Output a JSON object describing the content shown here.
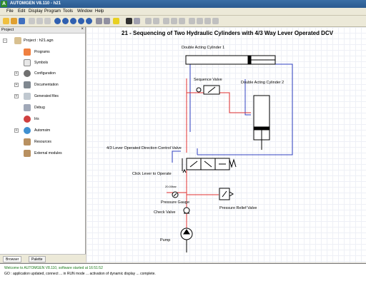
{
  "window": {
    "title": "AUTOMGEN V8.110 - h21",
    "logo": "A"
  },
  "menu": [
    "File",
    "Edit",
    "Display",
    "Program",
    "Tools",
    "Window",
    "Help"
  ],
  "project_panel": {
    "header": "Project",
    "close_glyph": "×",
    "root": "Project : h21.agn",
    "items": [
      {
        "label": "Programs",
        "icon": "programs-icon",
        "expandable": false
      },
      {
        "label": "Symbols",
        "icon": "symbols-icon",
        "expandable": false
      },
      {
        "label": "Configuration",
        "icon": "configuration-icon",
        "expandable": true
      },
      {
        "label": "Documentation",
        "icon": "documentation-icon",
        "expandable": true
      },
      {
        "label": "Generated files",
        "icon": "generated-files-icon",
        "expandable": true
      },
      {
        "label": "Debug",
        "icon": "debug-icon",
        "expandable": false
      },
      {
        "label": "Iris",
        "icon": "iris-icon",
        "expandable": false
      },
      {
        "label": "Automsim",
        "icon": "automsim-icon",
        "expandable": true
      },
      {
        "label": "Resources",
        "icon": "resources-icon",
        "expandable": false
      },
      {
        "label": "External modules",
        "icon": "external-modules-icon",
        "expandable": false
      }
    ],
    "tabs": [
      "Browser",
      "Palette"
    ]
  },
  "diagram": {
    "title": "21 - Sequencing of Two Hydraulic Cylinders with 4/3 Way Lever Operated DCV",
    "labels": {
      "cyl1": "Double Acting Cylinder 1",
      "seq": "Sequence Valve",
      "cyl2": "Double  Acting Cylinder 2",
      "dcv": "4/3 Lever Operated Direction Control Valve",
      "lever": "Click Lever to Operate",
      "pressure_value": "20.00bar",
      "gauge": "Pressure Gauge",
      "relief": "Pressure Relief Valve",
      "check": "Check Valve",
      "pump": "Pump"
    },
    "colors": {
      "pressure": "#e03030",
      "tank": "#3040c0",
      "component": "#000000"
    }
  },
  "console": {
    "line1": "Welcome to AUTOMGEN V8.110, software started at 16:51:52",
    "line2": "GO : application updated, connect ... in RUN mode ... activation of dynamic display ... complete."
  }
}
